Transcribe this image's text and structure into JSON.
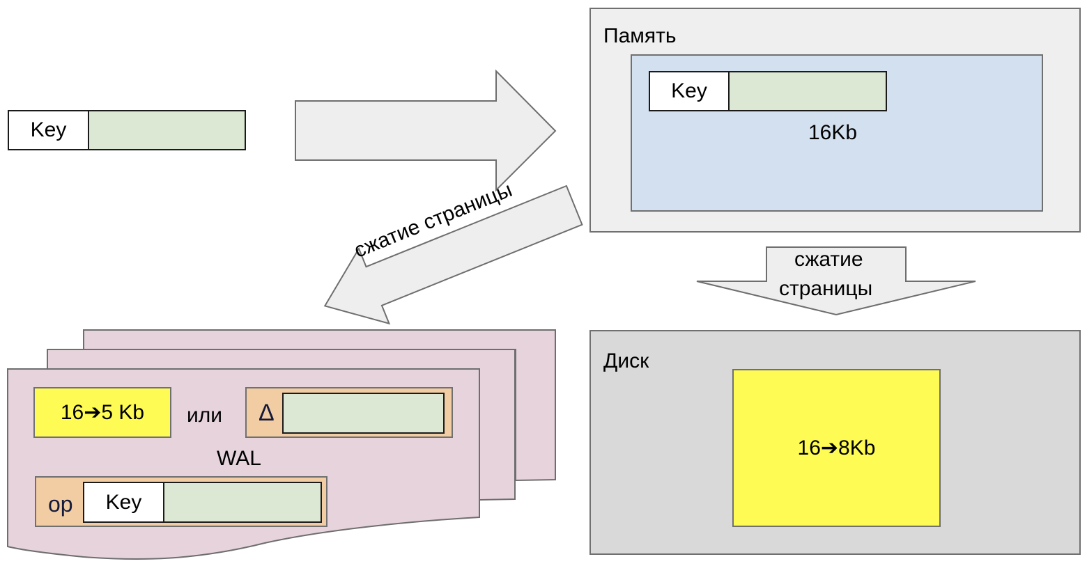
{
  "colors": {
    "record_value": "#dce8d4",
    "memory_panel": "#efefef",
    "memory_page": "#d3e0ef",
    "disk_panel": "#d9d9d9",
    "compressed": "#fffb55",
    "wal_page": "#e6d3dc",
    "wal_entry": "#f2cca2",
    "arrow_fill": "#eeeeee",
    "stroke": "#707070"
  },
  "input_record": {
    "key_label": "Key"
  },
  "memory": {
    "title": "Память",
    "record_key_label": "Key",
    "page_size": "16Kb"
  },
  "arrows": {
    "to_memory": "",
    "to_wal": "сжатие страницы",
    "to_disk_line1": "сжатие",
    "to_disk_line2": "страницы"
  },
  "disk": {
    "title": "Диск",
    "compressed_page": "16➔8Kb"
  },
  "wal": {
    "label": "WAL",
    "compressed_page": "16➔5 Kb",
    "or_label": "или",
    "delta_symbol": "Δ",
    "op_label": "op",
    "record_key_label": "Key"
  }
}
